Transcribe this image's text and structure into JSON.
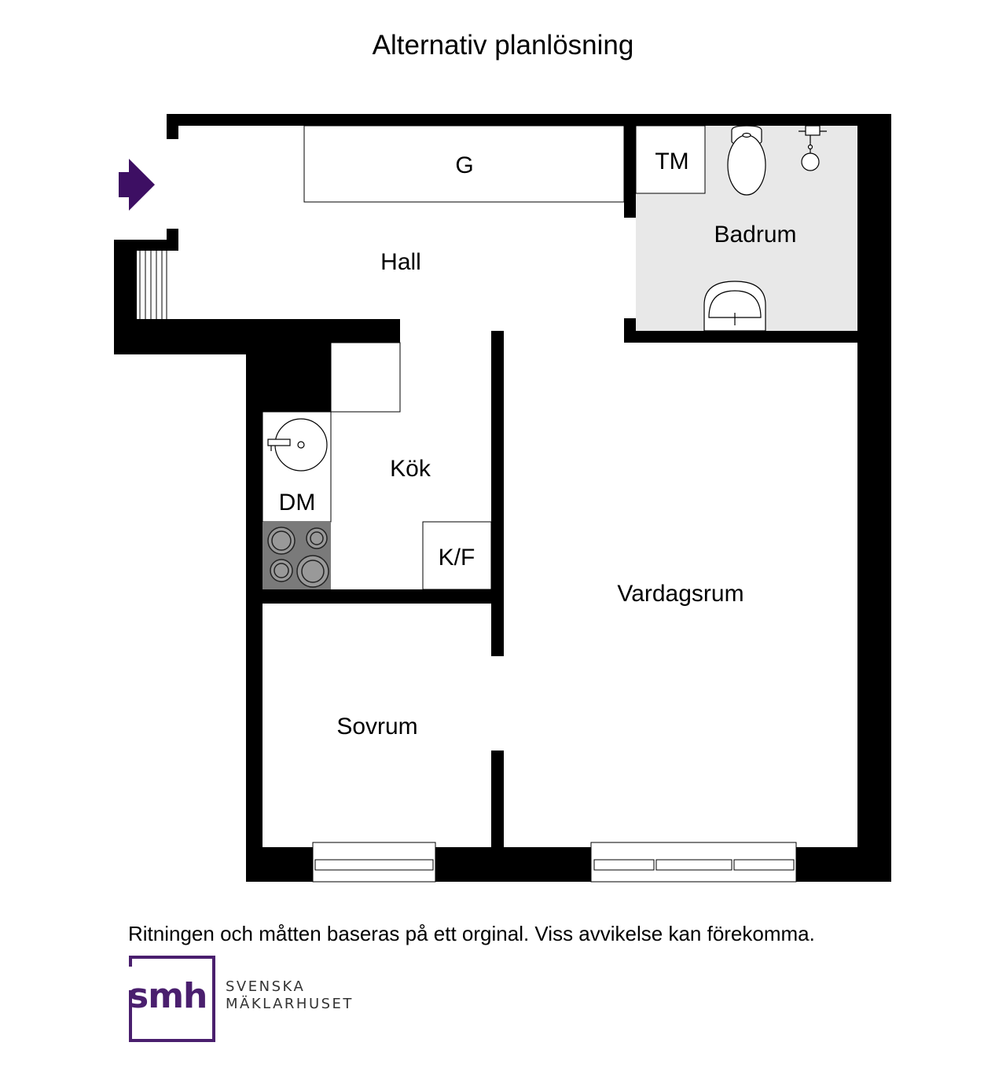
{
  "title": "Alternativ planlösning",
  "rooms": {
    "garderob": "G",
    "tvattmaskin": "TM",
    "badrum": "Badrum",
    "hall": "Hall",
    "kok": "Kök",
    "diskmaskin": "DM",
    "kyl_frys": "K/F",
    "vardagsrum": "Vardagsrum",
    "sovrum": "Sovrum"
  },
  "disclaimer": "Ritningen och måtten baseras på ett orginal. Viss avvikelse kan förekomma.",
  "brand": {
    "logo_text": "smh",
    "name_line1": "SVENSKA",
    "name_line2": "MÄKLARHUSET",
    "color": "#4a1f6e"
  },
  "colors": {
    "wall": "#000000",
    "bathroom_floor": "#e8e8e8",
    "stove": "#7a7a7a",
    "entrance_arrow": "#3d0f63"
  },
  "icons": [
    "entrance-arrow-icon",
    "toilet-icon",
    "shower-icon",
    "washbasin-icon",
    "sink-icon",
    "stove-icon",
    "stairs-icon"
  ]
}
